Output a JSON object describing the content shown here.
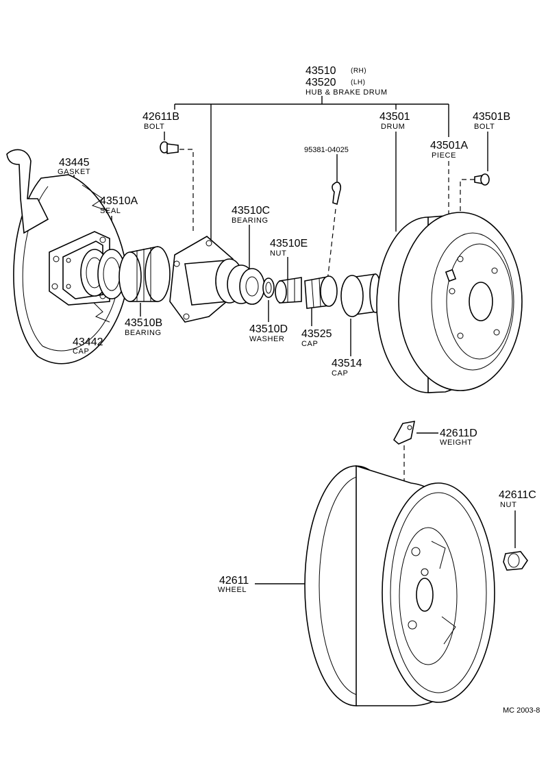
{
  "hub": {
    "number_rh": "43510",
    "side_rh": "(RH)",
    "number_lh": "43520",
    "side_lh": "(LH)",
    "name": "HUB & BRAKE DRUM"
  },
  "parts": {
    "bolt_b": {
      "number": "42611B",
      "name": "BOLT"
    },
    "drum": {
      "number": "43501",
      "name": "DRUM"
    },
    "drum_bolt": {
      "number": "43501B",
      "name": "BOLT"
    },
    "piece": {
      "number": "43501A",
      "name": "PIECE"
    },
    "pin": {
      "number": "95381-04025"
    },
    "gasket": {
      "number": "43445",
      "name": "GASKET"
    },
    "seal": {
      "number": "43510A",
      "name": "SEAL"
    },
    "bearing_c": {
      "number": "43510C",
      "name": "BEARING"
    },
    "nut_e": {
      "number": "43510E",
      "name": "NUT"
    },
    "bearing_b": {
      "number": "43510B",
      "name": "BEARING"
    },
    "cap_442": {
      "number": "43442",
      "name": "CAP"
    },
    "washer": {
      "number": "43510D",
      "name": "WASHER"
    },
    "cap_525": {
      "number": "43525",
      "name": "CAP"
    },
    "cap_514": {
      "number": "43514",
      "name": "CAP"
    },
    "weight": {
      "number": "42611D",
      "name": "WEIGHT"
    },
    "wheel_nut": {
      "number": "42611C",
      "name": "NUT"
    },
    "wheel": {
      "number": "42611",
      "name": "WHEEL"
    }
  },
  "footer": {
    "code": "MC 2003-8"
  }
}
